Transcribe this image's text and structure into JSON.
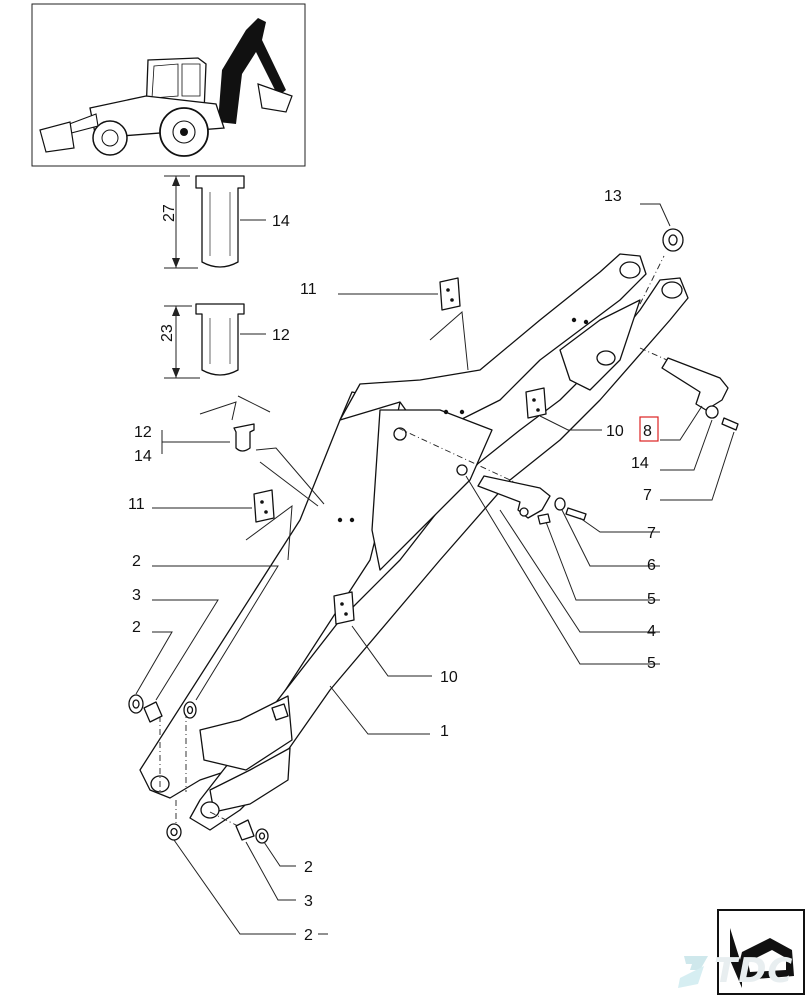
{
  "callouts": {
    "c13": "13",
    "c14_pin": "14",
    "c12_pin": "12",
    "c11_top": "11",
    "c12_left": "12",
    "c14_left": "14",
    "c11_left": "11",
    "c10_top": "10",
    "c8": "8",
    "c14_right": "14",
    "c7_right": "7",
    "c7_mid": "7",
    "c6": "6",
    "c5_a": "5",
    "c4": "4",
    "c5_b": "5",
    "c2_a": "2",
    "c3_a": "3",
    "c2_b": "2",
    "c10_mid": "10",
    "c1": "1",
    "c2_c": "2",
    "c3_b": "3",
    "c2_d": "2"
  },
  "dimensions": {
    "d27": "27",
    "d23": "23"
  },
  "brand": {
    "watermark": "TDC"
  },
  "colors": {
    "highlight_box": "#dd2222",
    "line": "#222222",
    "logo_fill": "#111111"
  },
  "icons": {
    "machine_thumbnail": "backhoe-loader-icon",
    "nav_arrow": "page-arrow-icon"
  }
}
